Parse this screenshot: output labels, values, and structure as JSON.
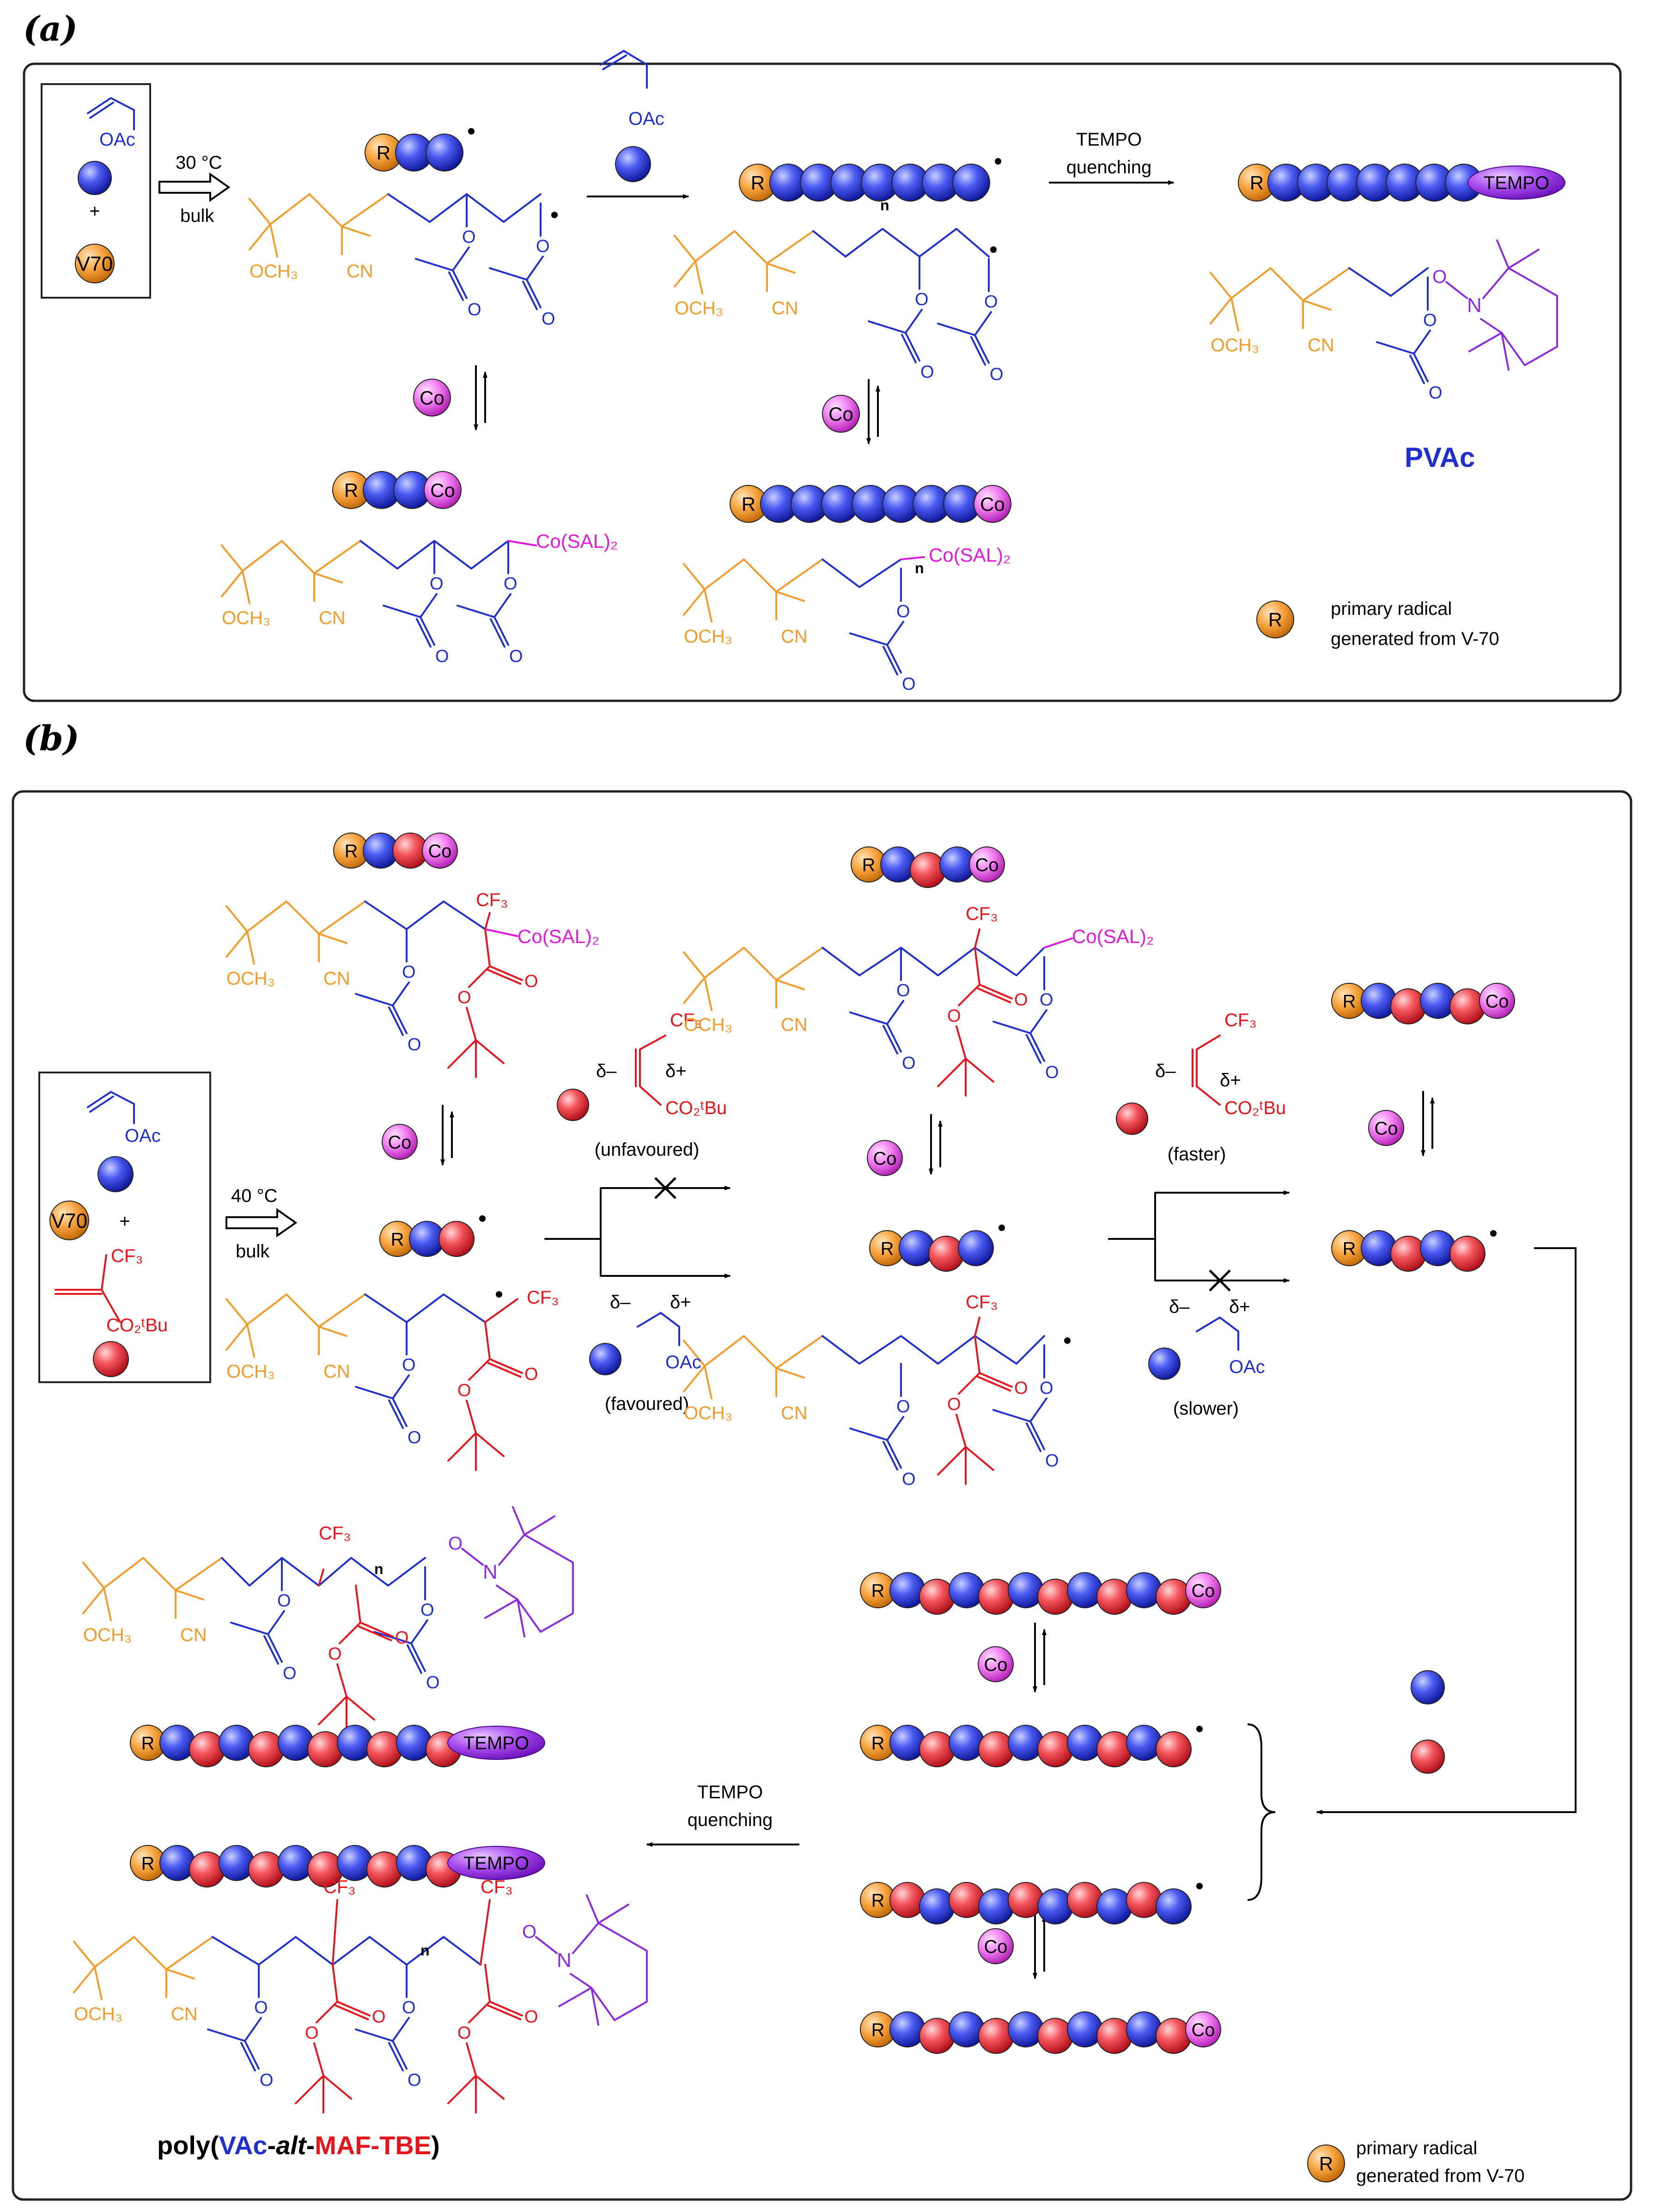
{
  "panel_a": {
    "label": "(a)",
    "reagents": {
      "monomer": "OAc",
      "plus": "+",
      "initiator": "V70"
    },
    "conditions": {
      "temperature": "30 °C",
      "medium": "bulk"
    },
    "monomer_add": {
      "group": "OAc"
    },
    "quench": {
      "line1": "TEMPO",
      "line2": "quenching"
    },
    "co_label": "Co",
    "r_label": "R",
    "tempo_label": "TEMPO",
    "catalyst": "Co(SAL)₂",
    "ome": "OCH₃",
    "cn": "CN",
    "oxo": "O",
    "n_label": "n",
    "n_atom": "N",
    "o_atom": "O",
    "product": "PVAc",
    "legend": {
      "line1": "primary radical",
      "line2": "generated from V-70"
    }
  },
  "panel_b": {
    "label": "(b)",
    "reagents": {
      "vac": "OAc",
      "initiator": "V70",
      "plus": "+",
      "cf3": "CF₃",
      "ester": "CO₂ᵗBu"
    },
    "conditions": {
      "temperature": "40 °C",
      "medium": "bulk"
    },
    "maf": {
      "cf3": "CF₃",
      "ester": "CO₂ᵗBu",
      "delta_minus": "δ–",
      "delta_plus": "δ+"
    },
    "vac": {
      "group": "OAc",
      "delta_minus": "δ–",
      "delta_plus": "δ+"
    },
    "notes": {
      "unfavoured": "(unfavoured)",
      "favoured": "(favoured)",
      "faster": "(faster)",
      "slower": "(slower)"
    },
    "quench": {
      "line1": "TEMPO",
      "line2": "quenching"
    },
    "co_label": "Co",
    "r_label": "R",
    "tempo_label": "TEMPO",
    "catalyst": "Co(SAL)₂",
    "cf3": "CF₃",
    "ome": "OCH₃",
    "cn": "CN",
    "oxo": "O",
    "n_label": "n",
    "n_atom": "N",
    "o_atom": "O",
    "product": {
      "prefix": "poly(",
      "vac": "VAc",
      "dash1": "-",
      "alt": "alt",
      "dash2": "-",
      "maf": "MAF-TBE",
      "suffix": ")"
    },
    "legend": {
      "line1": "primary radical",
      "line2": "generated from V-70"
    }
  },
  "colors": {
    "orange": "#f39c2a",
    "blue": "#1f2fd0",
    "red": "#e8141c",
    "magenta": "#e01ad8",
    "purple": "#8a2be2",
    "bead_blue": "#3d4de8",
    "bead_red": "#f0505a",
    "co_bead": "#f07ef0",
    "tempo": "#a040e8"
  }
}
